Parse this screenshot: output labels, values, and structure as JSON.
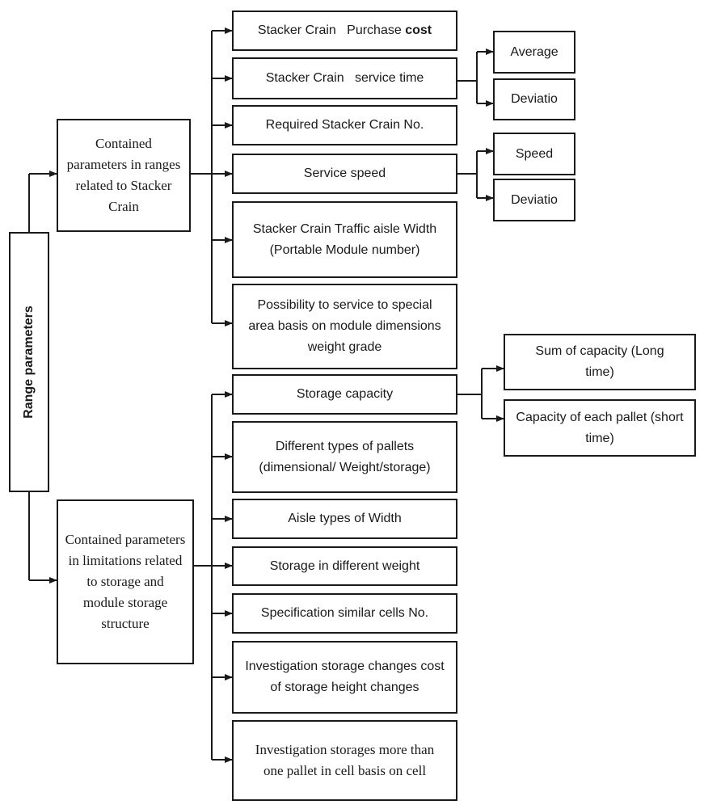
{
  "nodes": {
    "root": "Range parameters",
    "group_crane": "Contained parameters in ranges related to Stacker Crain",
    "group_storage": "Contained parameters in limitations related to storage and module storage structure",
    "crane_purchase_a": "Stacker Crain   Purchase ",
    "crane_purchase_b": "cost",
    "crane_service_time": "Stacker Crain   service time",
    "crane_required_no": "Required Stacker Crain No.",
    "crane_service_speed": "Service speed",
    "crane_aisle_width": "Stacker Crain Traffic aisle Width (Portable Module number)",
    "crane_special_area": "Possibility to service to special area basis on module dimensions weight grade",
    "st_average": "Average",
    "st_deviation": "Deviatio",
    "sp_speed": "Speed",
    "sp_deviation": "Deviatio",
    "storage_capacity": "Storage capacity",
    "cap_sum": "Sum of capacity (Long time)",
    "cap_each": "Capacity of each pallet (short time)",
    "pallet_types": "Different types of pallets (dimensional/ Weight/storage)",
    "aisle_width": "Aisle types of Width",
    "storage_weight": "Storage in different weight",
    "similar_cells": "Specification similar cells No.",
    "height_changes": "Investigation storage changes cost of storage height changes",
    "multi_pallet": "Investigation storages more than one pallet in cell basis on cell"
  },
  "colors": {
    "stroke": "#1a1a1a",
    "background": "#ffffff"
  }
}
